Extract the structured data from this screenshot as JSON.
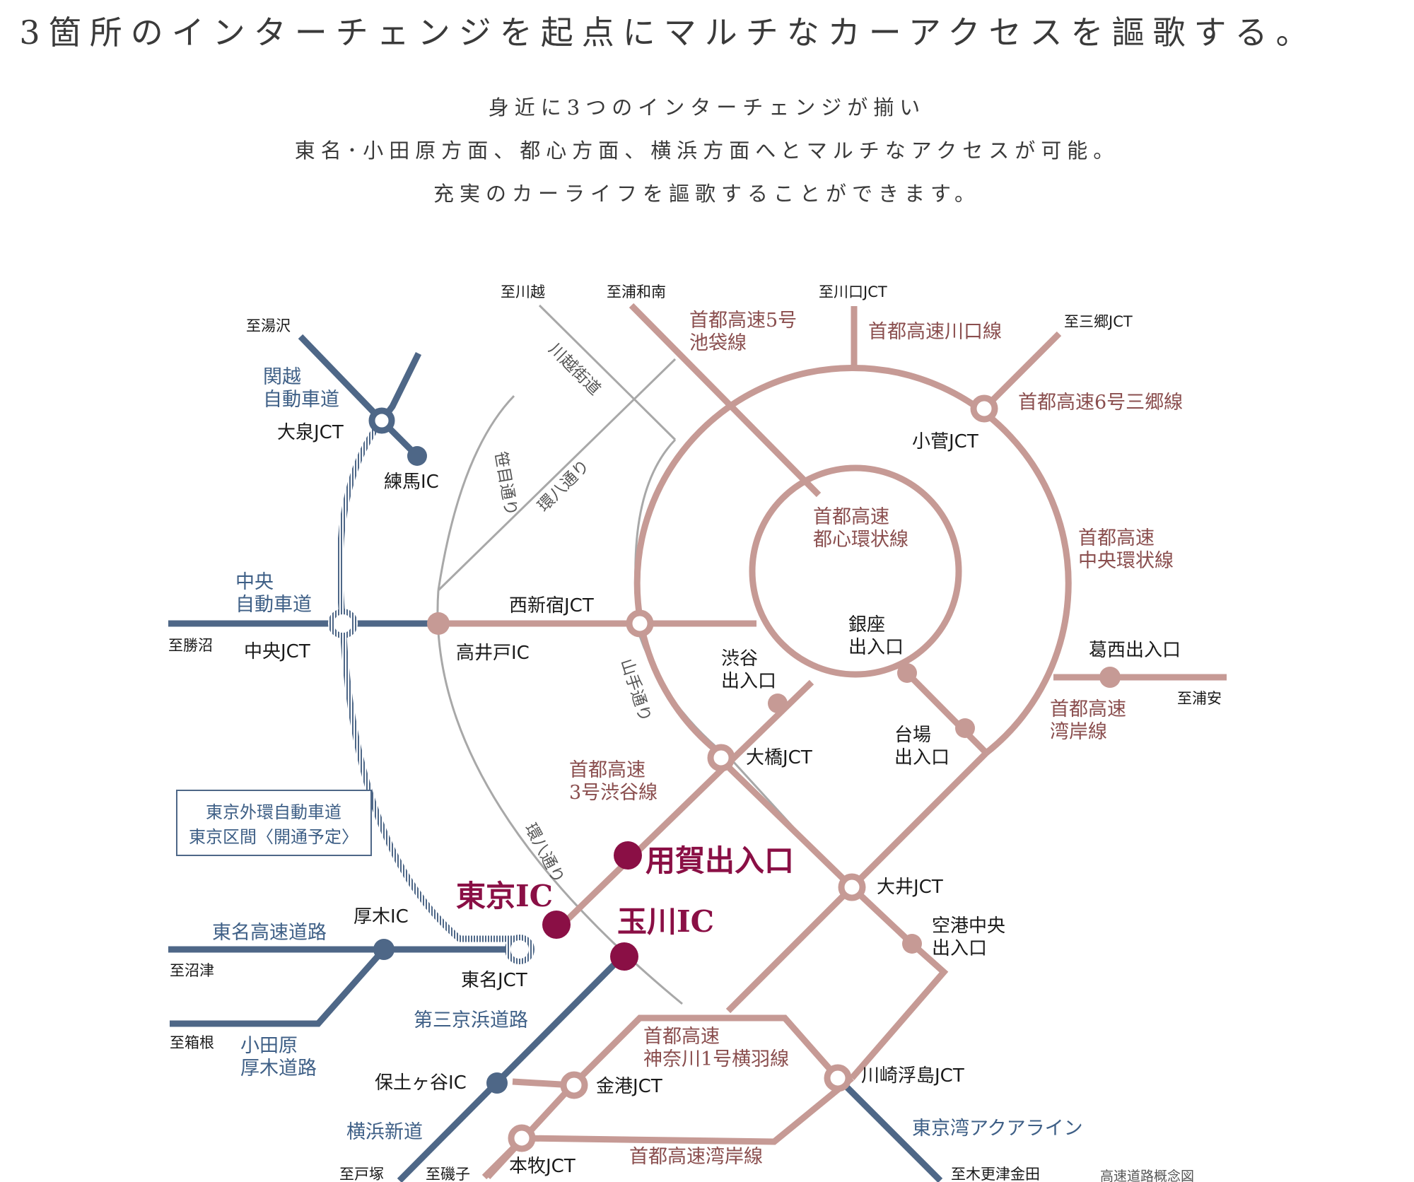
{
  "headline": "3箇所のインターチェンジを起点にマルチなカーアクセスを謳歌する。",
  "lead": [
    "身近に3つのインターチェンジが揃い",
    "東名･小田原方面、都心方面、横浜方面へとマルチなアクセスが可能。",
    "充実のカーライフを謳歌することができます。"
  ],
  "colors": {
    "blue": "#4e6787",
    "pink": "#c69a95",
    "gray": "#a8a8a8",
    "highlight": "#8a0f45"
  },
  "map": {
    "directions": {
      "kawagoe": "至川越",
      "urawawanan": "至浦和南",
      "kawaguchi_jct": "至川口JCT",
      "misato_jct": "至三郷JCT",
      "yuzawa": "至湯沢",
      "katsunuma": "至勝沼",
      "urayasu": "至浦安",
      "numazu": "至沼津",
      "hakone": "至箱根",
      "totsuka": "至戸塚",
      "isogo": "至磯子",
      "kisarazu": "至木更津金田"
    },
    "roads": {
      "kanetsu": [
        "関越",
        "自動車道"
      ],
      "chuo_expwy": [
        "中央",
        "自動車道"
      ],
      "tomei": "東名高速道路",
      "odawara": [
        "小田原",
        "厚木道路"
      ],
      "daisan_keihin": "第三京浜道路",
      "yokohama_shindo": "横浜新道",
      "aqualine": "東京湾アクアライン",
      "ikebukuro": [
        "首都高速5号",
        "池袋線"
      ],
      "kawaguchi": "首都高速川口線",
      "misato": "首都高速6号三郷線",
      "c1": [
        "首都高速",
        "都心環状線"
      ],
      "c2": [
        "首都高速",
        "中央環状線"
      ],
      "wangan_top": [
        "首都高速",
        "湾岸線"
      ],
      "shibuya3": [
        "首都高速",
        "3号渋谷線"
      ],
      "k1": [
        "首都高速",
        "神奈川1号横羽線"
      ],
      "wangan_bottom": "首都高速湾岸線",
      "kawagoe_kaido": "川越街道",
      "sasame": "笹目通り",
      "kanpachi_top": "環八通り",
      "yamate": "山手通り",
      "kanpachi_bottom": "環八通り"
    },
    "nodes": {
      "oizumi_jct": "大泉JCT",
      "nerima_ic": "練馬IC",
      "chuo_jct": "中央JCT",
      "takaido_ic": "高井戸IC",
      "nishishinjuku_jct": "西新宿JCT",
      "kosuge_jct": "小菅JCT",
      "ginza": [
        "銀座",
        "出入口"
      ],
      "shibuya": [
        "渋谷",
        "出入口"
      ],
      "odaiba": [
        "台場",
        "出入口"
      ],
      "kasai": "葛西出入口",
      "ohashi_jct": "大橋JCT",
      "oi_jct": "大井JCT",
      "kuko_chuo": [
        "空港中央",
        "出入口"
      ],
      "atsugi_ic": "厚木IC",
      "tomei_jct": "東名JCT",
      "hodogaya_ic": "保土ヶ谷IC",
      "kanko_jct": "金港JCT",
      "honmoku_jct": "本牧JCT",
      "kawasaki_ukishima_jct": "川崎浮島JCT"
    },
    "highlights": {
      "yoga": "用賀出入口",
      "tokyo_ic": "東京IC",
      "tamagawa_ic": "玉川IC"
    },
    "gaikan_box": [
      "東京外環自動車道",
      "東京区間〈開通予定〉"
    ],
    "footnote": "高速道路概念図"
  }
}
